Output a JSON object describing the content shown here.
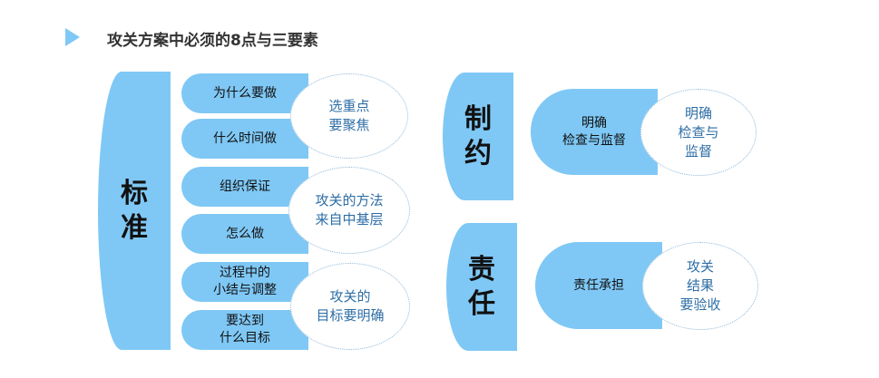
{
  "title": "攻关方案中必须的8点与三要素",
  "left": {
    "pillar": "标准",
    "items": [
      "为什么要做",
      "什么时间做",
      "组织保证",
      "怎么做",
      "过程中的\n小结与调整",
      "要达到\n什么目标"
    ],
    "ovals": [
      "选重点\n要聚焦",
      "攻关的方法\n来自中基层",
      "攻关的\n目标要明确"
    ]
  },
  "right_top": {
    "pillar": "制约",
    "item": "明确\n检查与监督",
    "oval": "明确\n检查与\n监督"
  },
  "right_bottom": {
    "pillar": "责任",
    "item": "责任承担",
    "oval": "攻关\n结果\n要验收"
  },
  "colors": {
    "accent": "#7fc8f5",
    "oval_text": "#2e6ea6"
  }
}
